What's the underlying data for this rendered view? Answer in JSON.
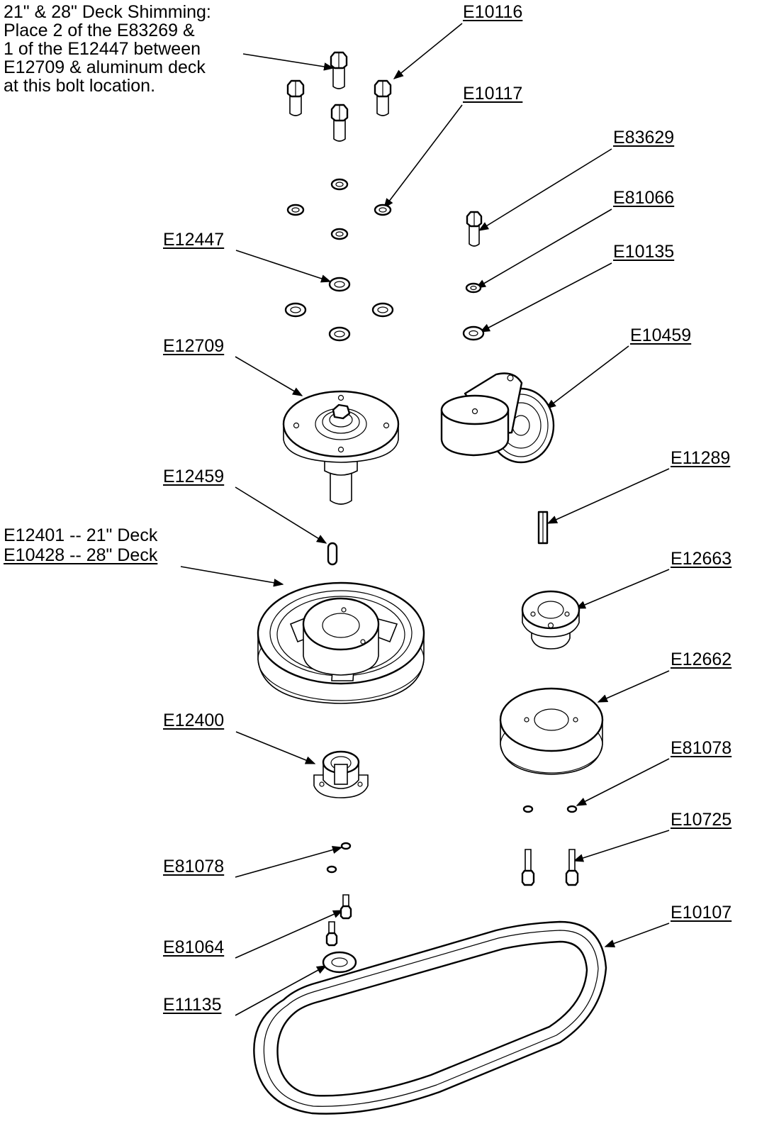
{
  "note": {
    "lines": [
      "21\" & 28\" Deck Shimming:",
      "Place 2 of the E83269 &",
      "1 of the E12447 between",
      "E12709 & aluminum deck",
      "at this bolt location."
    ]
  },
  "callouts": {
    "e10116": "E10116",
    "e10117": "E10117",
    "e83629": "E83629",
    "e81066": "E81066",
    "e12447": "E12447",
    "e10135": "E10135",
    "e12709": "E12709",
    "e10459": "E10459",
    "e11289": "E11289",
    "e12459": "E12459",
    "e12401": "E12401 -- 21\" Deck",
    "e10428": "E10428 -- 28\" Deck",
    "e12663": "E12663",
    "e12662": "E12662",
    "e12400": "E12400",
    "e81078_right": "E81078",
    "e10725": "E10725",
    "e81078_left": "E81078",
    "e10107": "E10107",
    "e81064": "E81064",
    "e11135": "E11135"
  }
}
